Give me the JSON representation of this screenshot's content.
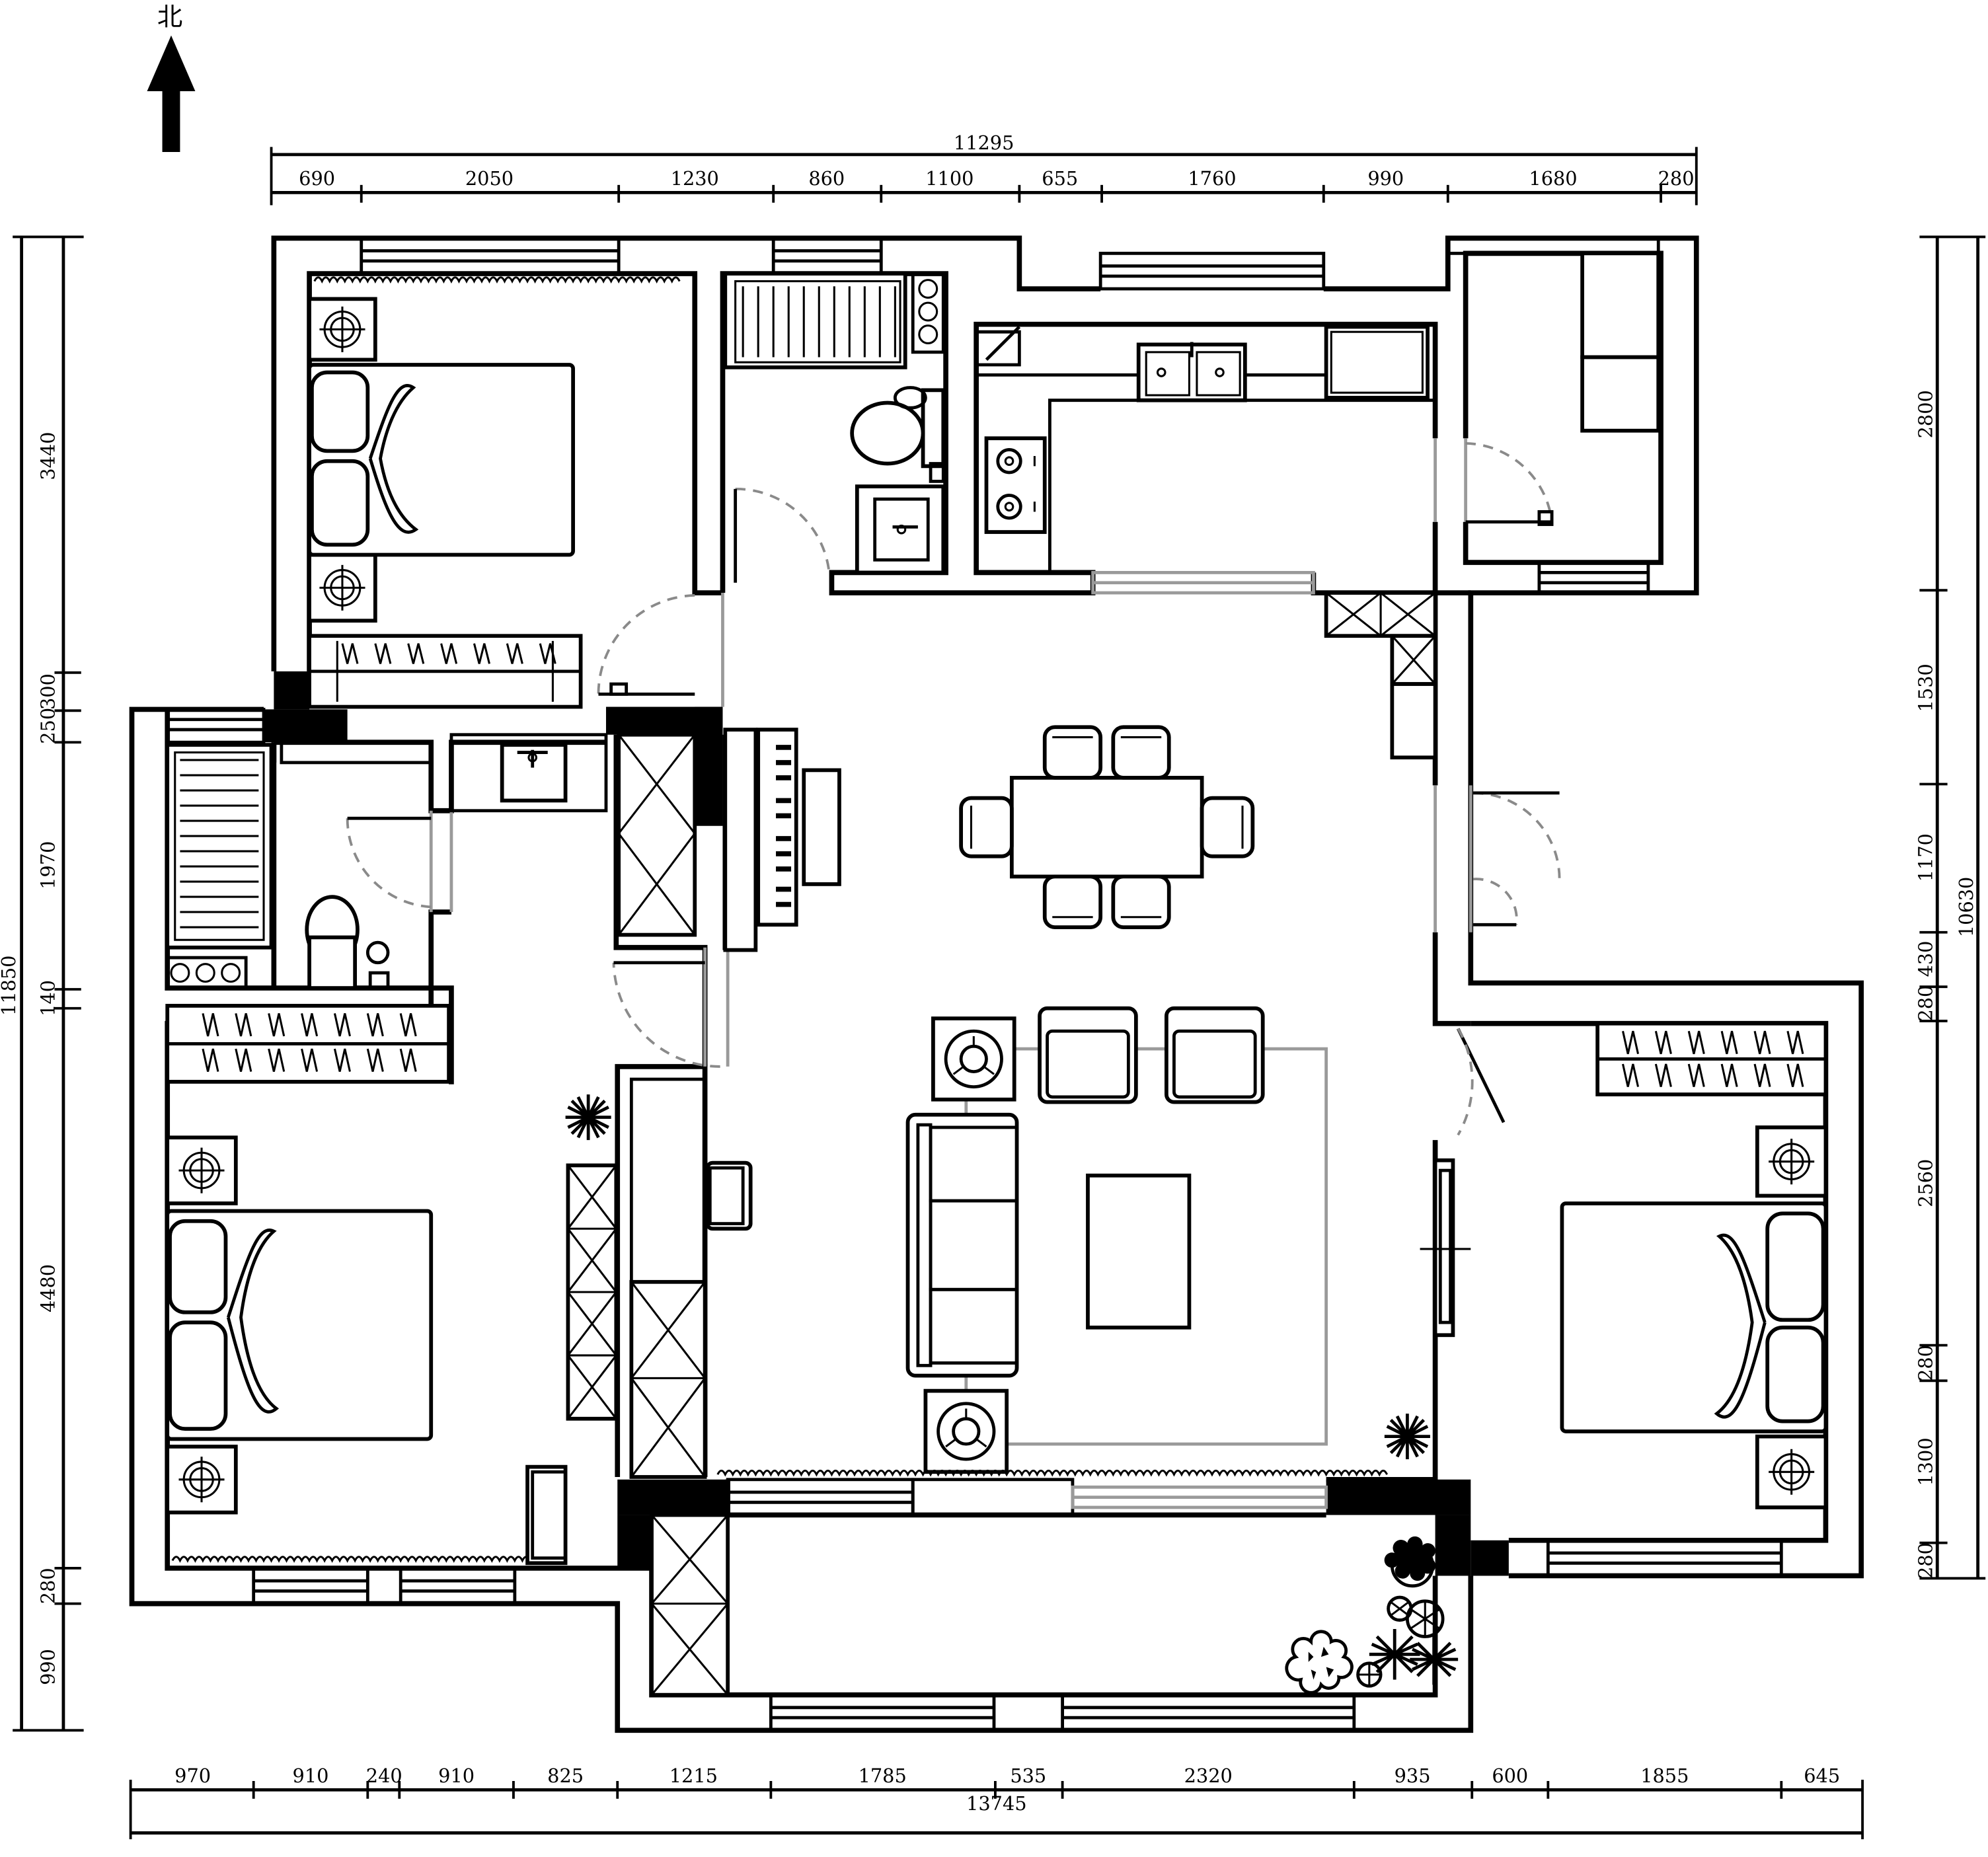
{
  "compass": {
    "label": "北"
  },
  "dimensions": {
    "top_total": "11295",
    "top": [
      "690",
      "2050",
      "1230",
      "860",
      "1100",
      "655",
      "1760",
      "990",
      "1680",
      "280"
    ],
    "bottom_total": "13745",
    "bottom": [
      "970",
      "910",
      "240",
      "910",
      "825",
      "1215",
      "1785",
      "535",
      "2320",
      "935",
      "600",
      "1855",
      "645"
    ],
    "left_total": "11850",
    "left": [
      "3440",
      "300",
      "250",
      "1970",
      "140",
      "4480",
      "280",
      "990"
    ],
    "right_total": "10630",
    "right": [
      "2800",
      "1530",
      "1170",
      "430",
      "280",
      "2560",
      "280",
      "1300",
      "280"
    ]
  }
}
